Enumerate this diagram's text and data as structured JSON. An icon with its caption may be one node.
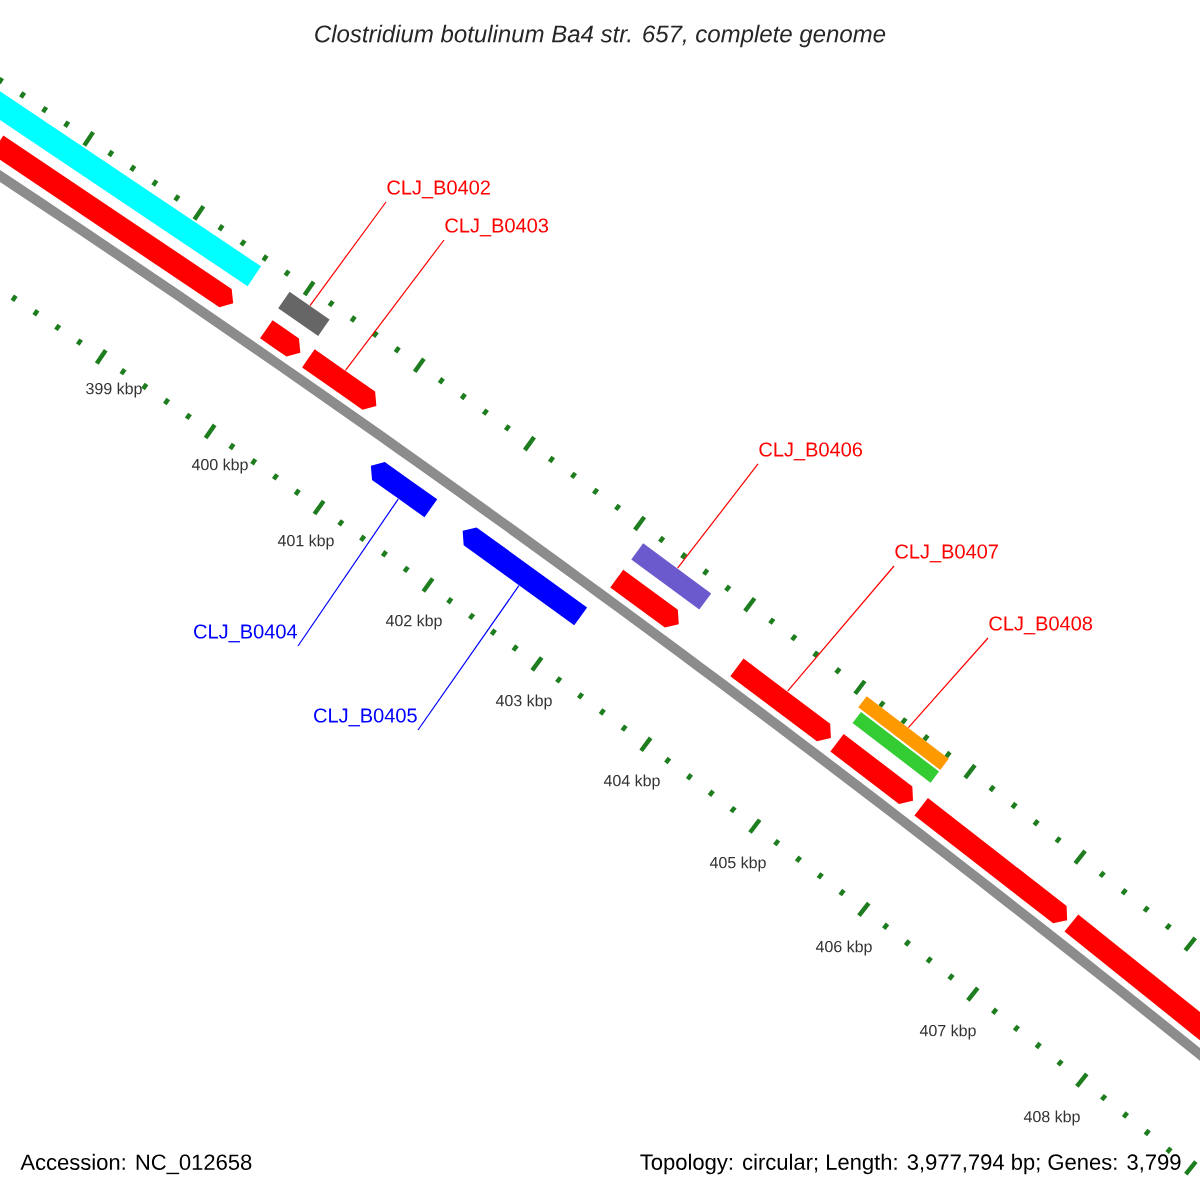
{
  "diagram": {
    "title": "Clostridium botulinum Ba4 str. 657, complete genome",
    "nodes": [
      {
        "text": [
          "CLJ_B0402"
        ]
      },
      {
        "text": [],
        "shape": "bar"
      },
      {
        "text": [
          "CLJ_B0403"
        ]
      },
      {
        "text": [],
        "shape": "bar"
      },
      {
        "text": [
          "CLJ_B0404"
        ]
      },
      {
        "text": [],
        "shape": "bar"
      },
      {
        "text": [
          "CLJ_B0405"
        ]
      },
      {
        "text": [],
        "shape": "bar"
      },
      {
        "text": [
          "CLJ_B0406"
        ]
      },
      {
        "text": [],
        "shape": "bar"
      },
      {
        "text": [
          "CLJ_B0407"
        ]
      },
      {
        "text": [],
        "shape": "bar"
      },
      {
        "text": [
          "CLJ_B0408"
        ]
      },
      {
        "text": [],
        "shape": "bar"
      },
      {
        "text": [],
        "shape": "bar"
      },
      {
        "text": [],
        "shape": "bar"
      },
      {
        "text": [],
        "shape": "bar"
      },
      {
        "text": [],
        "shape": "bar"
      },
      {
        "text": [],
        "shape": "bar"
      },
      {
        "text": [],
        "shape": "bar"
      },
      {
        "text": [],
        "shape": "bar"
      },
      {
        "text": [],
        "shape": "bar"
      }
    ],
    "edges": [
      {
        "from": 0,
        "to": 1,
        "arrow": "none"
      },
      {
        "from": 2,
        "to": 3,
        "arrow": "none"
      },
      {
        "from": 4,
        "to": 5,
        "arrow": "none",
        "color": "#0000ff"
      },
      {
        "from": 6,
        "to": 7,
        "arrow": "none",
        "color": "#0000ff"
      },
      {
        "from": 8,
        "to": 9,
        "arrow": "none"
      },
      {
        "from": 10,
        "to": 11,
        "arrow": "none"
      },
      {
        "from": 12,
        "to": 13,
        "arrow": "none"
      }
    ],
    "labels": [
      "399 kbp",
      "400 kbp",
      "401 kbp",
      "402 kbp",
      "403 kbp",
      "404 kbp",
      "405 kbp",
      "406 kbp",
      "407 kbp",
      "408 kbp",
      "Accession: NC_012658",
      "Topology: circular; Length: 3,977,794 bp; Genes: 3,799"
    ]
  }
}
